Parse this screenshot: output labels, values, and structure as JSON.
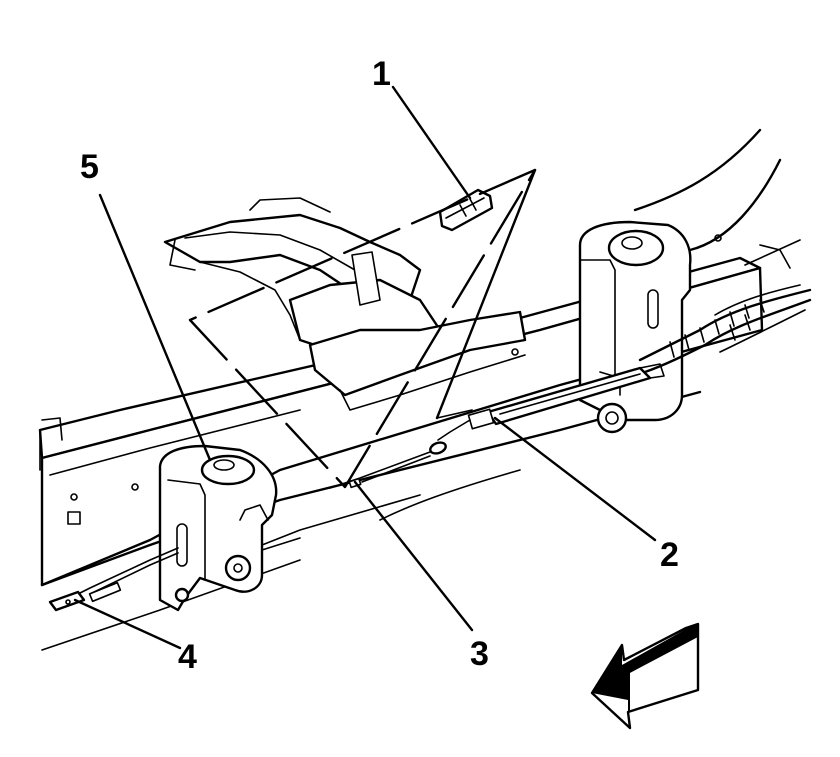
{
  "callouts": [
    {
      "id": "1",
      "label": "1"
    },
    {
      "id": "2",
      "label": "2"
    },
    {
      "id": "3",
      "label": "3"
    },
    {
      "id": "4",
      "label": "4"
    },
    {
      "id": "5",
      "label": "5"
    }
  ],
  "icons": {
    "direction_arrow": "front-direction-arrow-icon"
  },
  "colors": {
    "line": "#000000",
    "background": "#ffffff"
  }
}
